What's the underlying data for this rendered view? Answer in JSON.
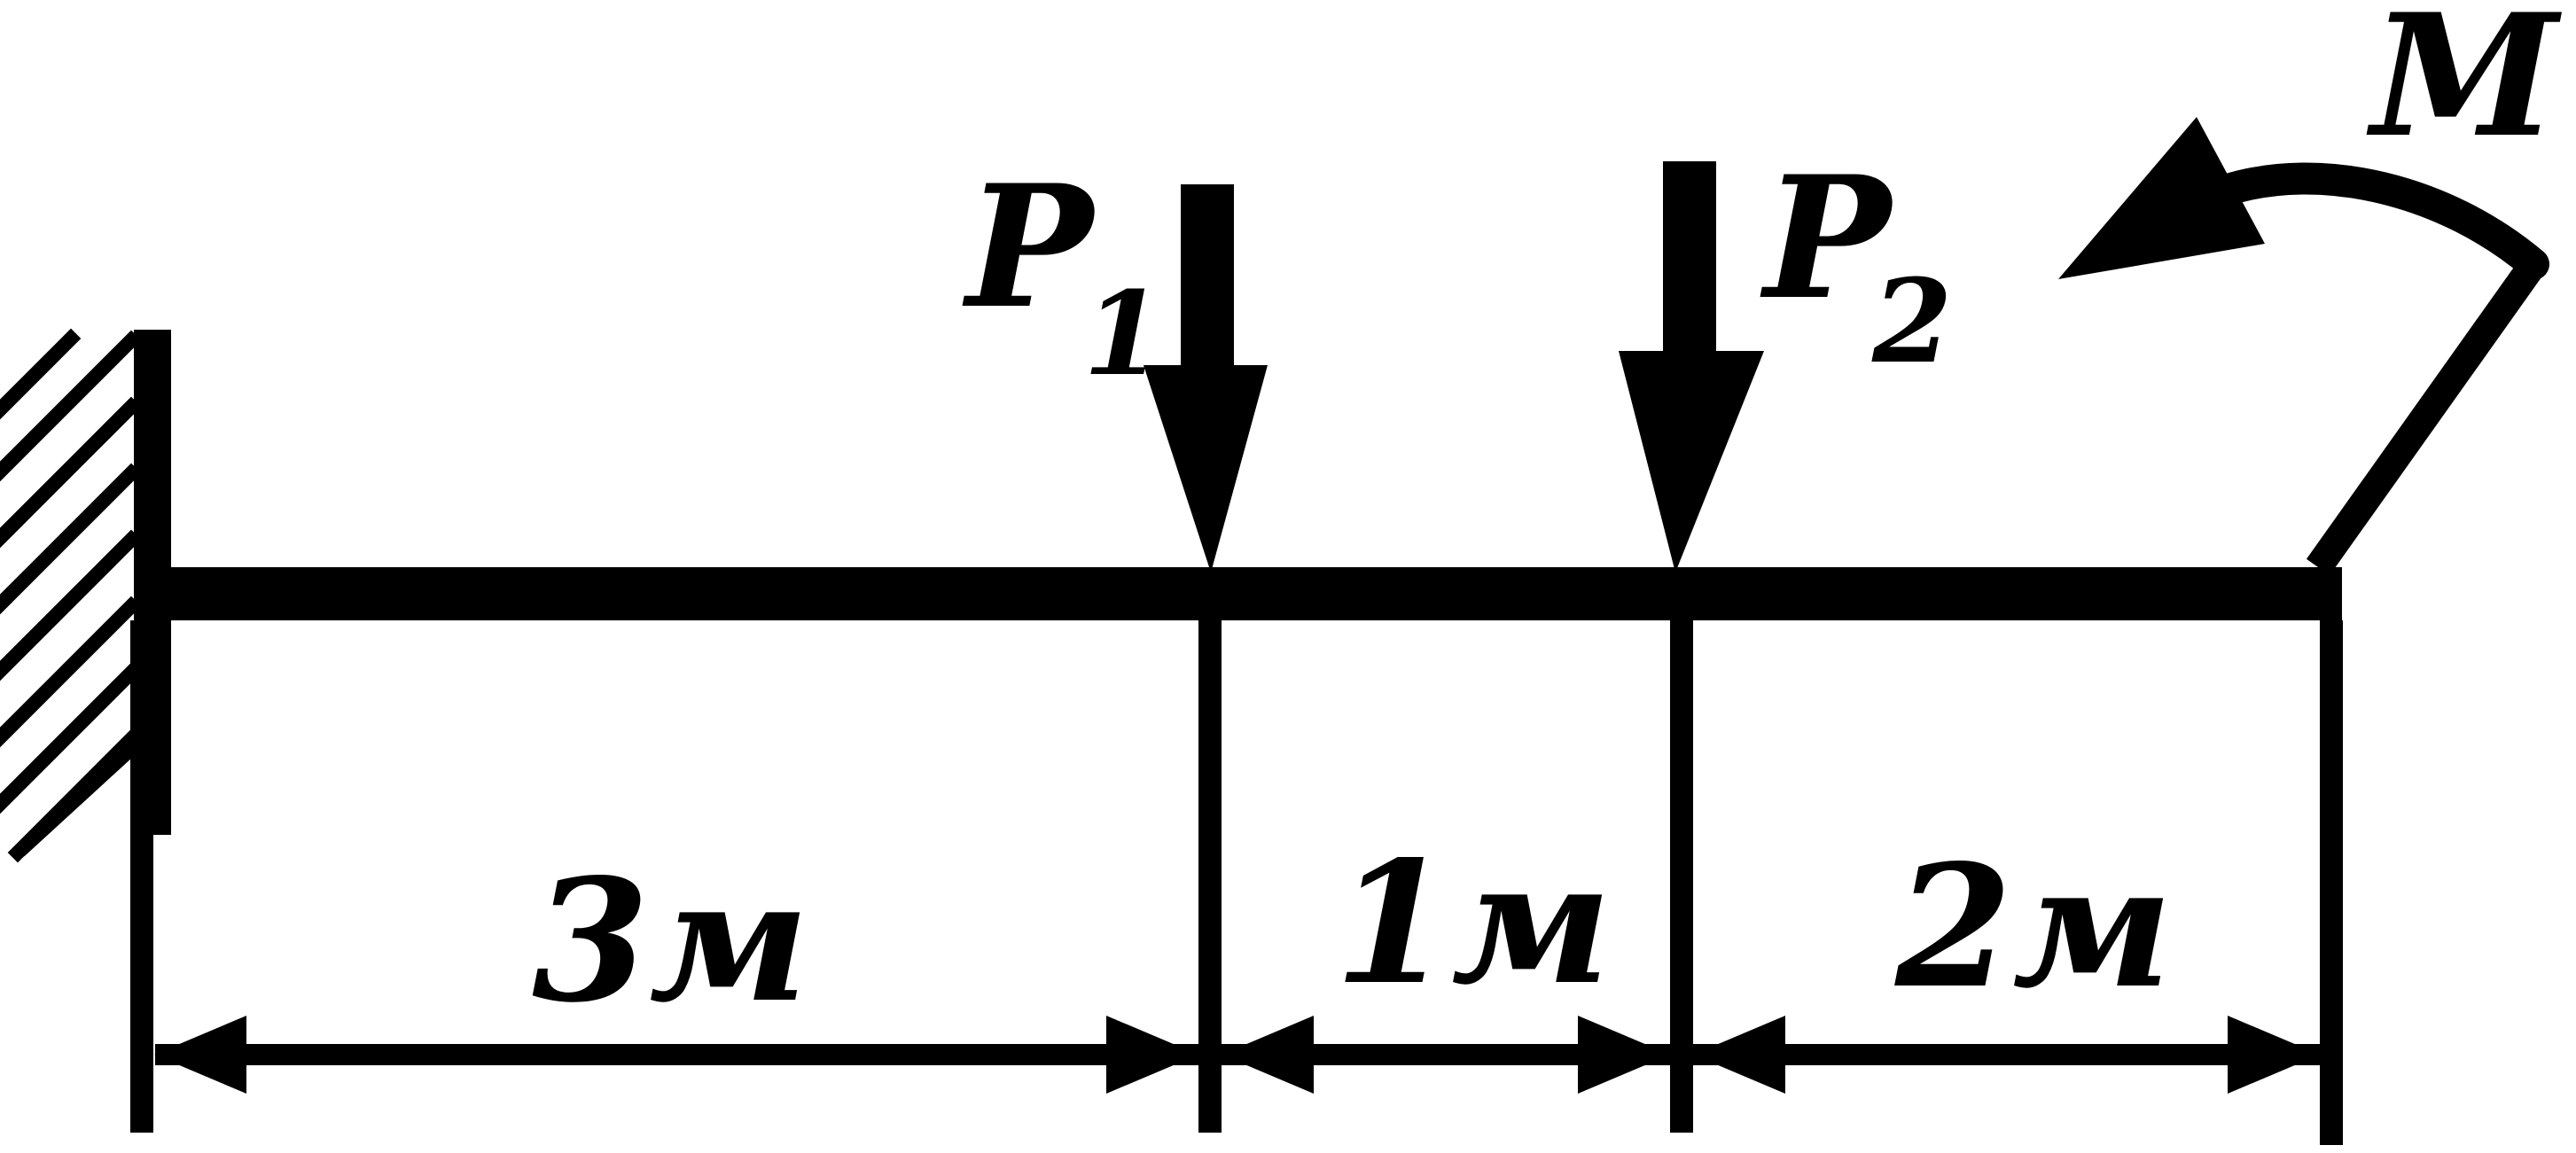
{
  "loads": {
    "p1": {
      "symbol": "P",
      "subscript": "1"
    },
    "p2": {
      "symbol": "P",
      "subscript": "2"
    },
    "moment": {
      "symbol": "M"
    }
  },
  "dimensions": {
    "d1": "3м",
    "d2": "1м",
    "d3": "2м"
  },
  "colors": {
    "ink": "#000000",
    "background": "#ffffff"
  }
}
